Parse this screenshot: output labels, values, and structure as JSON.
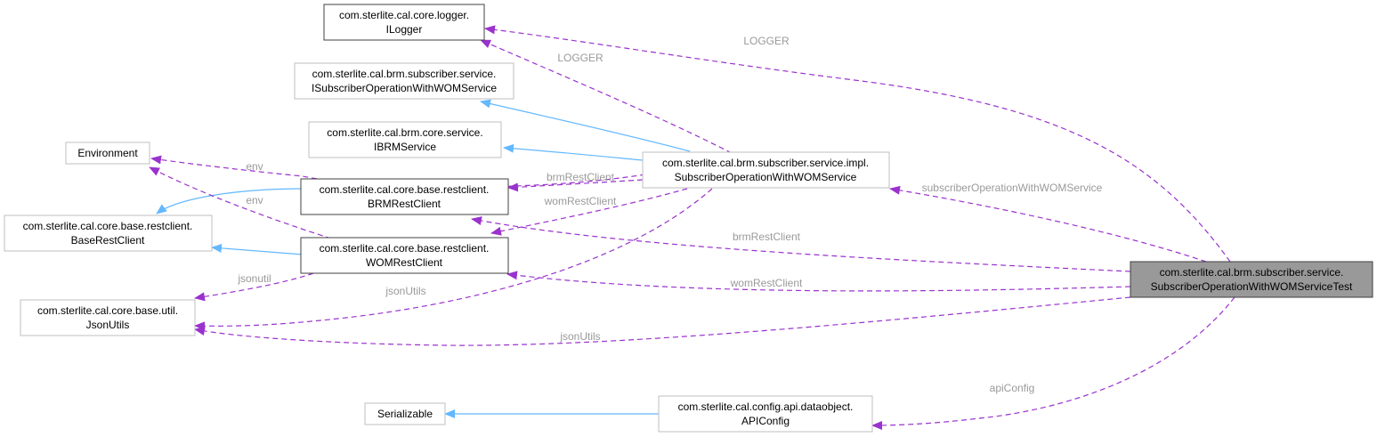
{
  "nodes": {
    "ilogger": {
      "line1": "com.sterlite.cal.core.logger.",
      "line2": "ILogger"
    },
    "isubscriber": {
      "line1": "com.sterlite.cal.brm.subscriber.service.",
      "line2": "ISubscriberOperationWithWOMService"
    },
    "ibrm": {
      "line1": "com.sterlite.cal.brm.core.service.",
      "line2": "IBRMService"
    },
    "environment": {
      "line1": "Environment"
    },
    "brmrest": {
      "line1": "com.sterlite.cal.core.base.restclient.",
      "line2": "BRMRestClient"
    },
    "baserest": {
      "line1": "com.sterlite.cal.core.base.restclient.",
      "line2": "BaseRestClient"
    },
    "womrest": {
      "line1": "com.sterlite.cal.core.base.restclient.",
      "line2": "WOMRestClient"
    },
    "jsonutils": {
      "line1": "com.sterlite.cal.core.base.util.",
      "line2": "JsonUtils"
    },
    "impl": {
      "line1": "com.sterlite.cal.brm.subscriber.service.impl.",
      "line2": "SubscriberOperationWithWOMService"
    },
    "test": {
      "line1": "com.sterlite.cal.brm.subscriber.service.",
      "line2": "SubscriberOperationWithWOMServiceTest"
    },
    "serializable": {
      "line1": "Serializable"
    },
    "apiconfig": {
      "line1": "com.sterlite.cal.config.api.dataobject.",
      "line2": "APIConfig"
    }
  },
  "edge_labels": {
    "test_logger": "LOGGER",
    "impl_logger": "LOGGER",
    "impl_env": "env",
    "wom_env": "env",
    "impl_brm": "brmRestClient",
    "impl_wom": "womRestClient",
    "wom_jsonutil": "jsonutil",
    "impl_json": "jsonUtils",
    "test_impl": "subscriberOperationWithWOMService",
    "test_brm": "brmRestClient",
    "test_wom": "womRestClient",
    "test_json": "jsonUtils",
    "test_api": "apiConfig"
  },
  "colors": {
    "inheritance_edge": "#63b8ff",
    "usage_edge": "#9a32cd",
    "focus_node_fill": "#999999",
    "edge_label_text": "#9a9a9a"
  }
}
